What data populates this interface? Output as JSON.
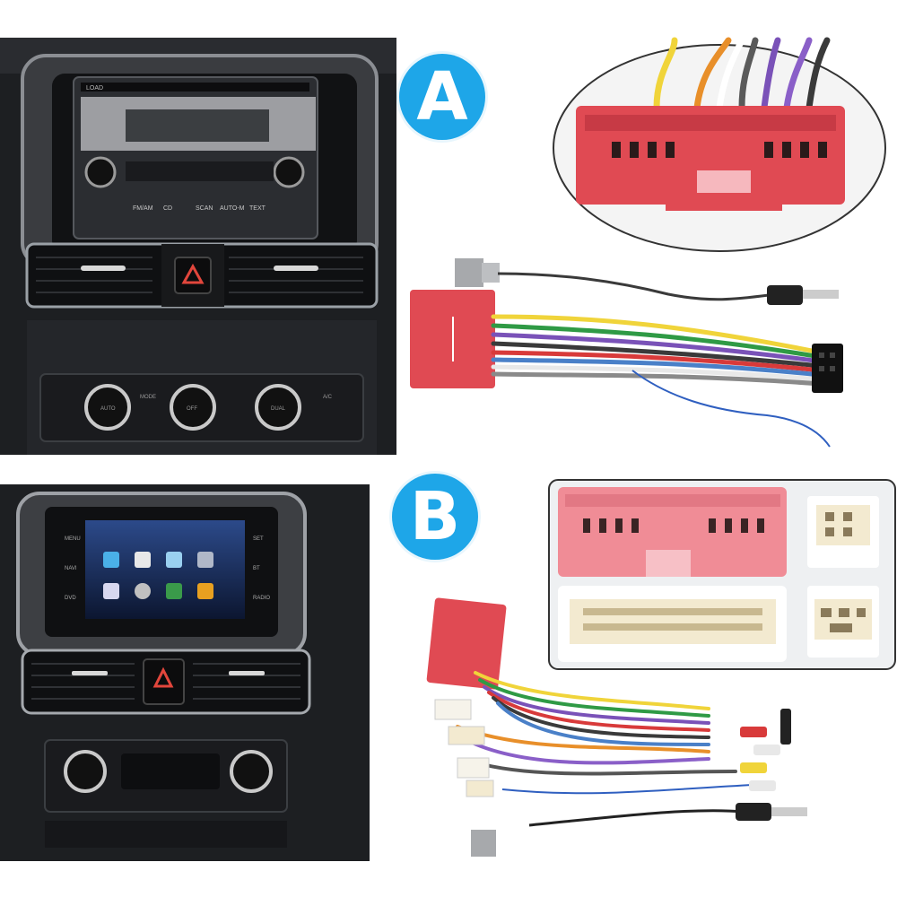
{
  "badges": {
    "a": "A",
    "b": "B"
  },
  "radio_a": {
    "eject": "LOAD",
    "buttons": [
      "FM/AM",
      "CD",
      "SCAN",
      "AUTO-M",
      "TEXT"
    ]
  },
  "climate_a": {
    "labels": [
      "AUTO",
      "OFF",
      "DUAL",
      "A/C",
      "MODE"
    ]
  },
  "head_unit_b": {
    "side_keys_left": [
      "MENU",
      "NAVI",
      "DVD"
    ],
    "side_keys_right": [
      "SET",
      "BT",
      "RADIO"
    ]
  },
  "colors": {
    "badge": "#1ea6e8",
    "connector_red": "#e04a53",
    "connector_pink": "#f08c96",
    "connector_cream": "#f3ead0",
    "dash_dark": "#1d1f22"
  }
}
